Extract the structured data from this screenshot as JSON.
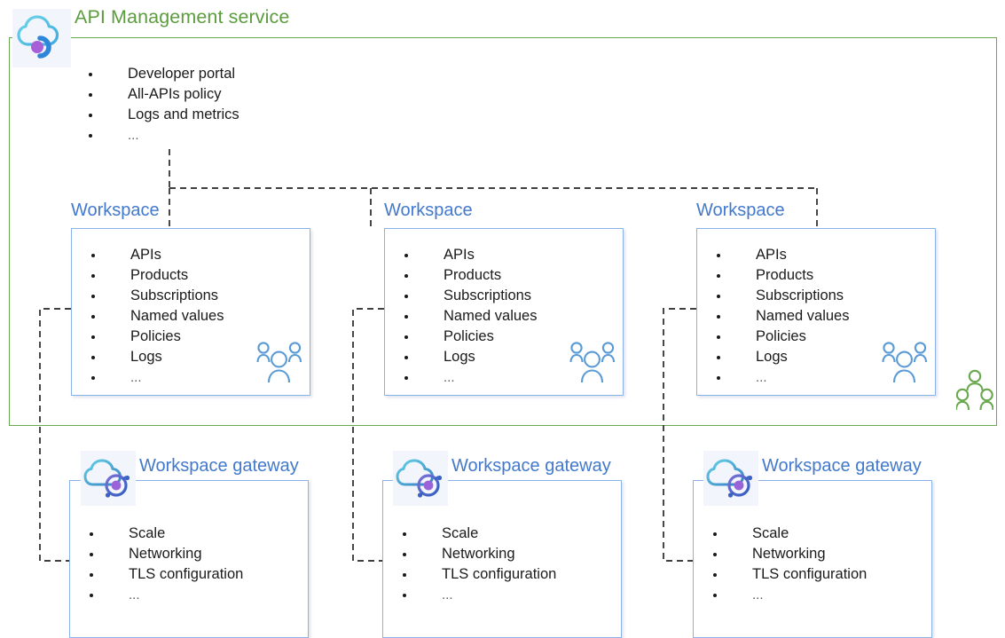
{
  "diagram": {
    "title": "API Management service",
    "title_color": "#5c9c3f",
    "accent_blue": "#4379cd",
    "boundary_color": "#6aa84f",
    "box_border_color": "#8cb3e8"
  },
  "service": {
    "label": "API Management service",
    "icon": "apim-cloud-icon",
    "features": [
      "Developer portal",
      "All-APIs policy",
      "Logs and metrics",
      "..."
    ],
    "people_icon": "service-people-icon"
  },
  "workspaces": [
    {
      "label": "Workspace",
      "items": [
        "APIs",
        "Products",
        "Subscriptions",
        "Named values",
        "Policies",
        "Logs",
        "..."
      ],
      "people_icon": "workspace-people-icon"
    },
    {
      "label": "Workspace",
      "items": [
        "APIs",
        "Products",
        "Subscriptions",
        "Named values",
        "Policies",
        "Logs",
        "..."
      ],
      "people_icon": "workspace-people-icon"
    },
    {
      "label": "Workspace",
      "items": [
        "APIs",
        "Products",
        "Subscriptions",
        "Named values",
        "Policies",
        "Logs",
        "..."
      ],
      "people_icon": "workspace-people-icon"
    }
  ],
  "gateways": [
    {
      "label": "Workspace gateway",
      "icon": "gateway-cloud-icon",
      "items": [
        "Scale",
        "Networking",
        "TLS configuration",
        "..."
      ]
    },
    {
      "label": "Workspace gateway",
      "icon": "gateway-cloud-icon",
      "items": [
        "Scale",
        "Networking",
        "TLS configuration",
        "..."
      ]
    },
    {
      "label": "Workspace gateway",
      "icon": "gateway-cloud-icon",
      "items": [
        "Scale",
        "Networking",
        "TLS configuration",
        "..."
      ]
    }
  ]
}
